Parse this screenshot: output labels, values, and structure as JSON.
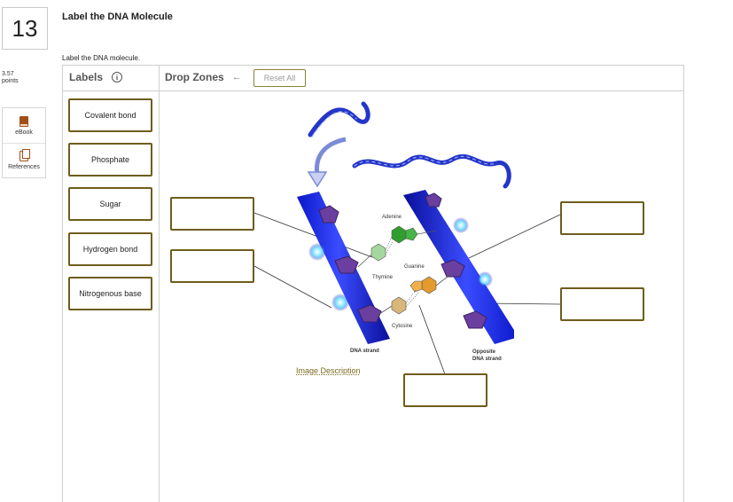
{
  "question": {
    "number": "13",
    "points_value": "3.57",
    "points_label": "points",
    "title": "Label the DNA Molecule",
    "instruction": "Label the DNA molecule."
  },
  "sidebar": {
    "tools": [
      {
        "label": "eBook",
        "icon": "book-icon"
      },
      {
        "label": "References",
        "icon": "copy-icon"
      }
    ]
  },
  "panel": {
    "labels_header": "Labels",
    "info_icon": "i",
    "drop_zones_header": "Drop Zones",
    "back_arrow": "←",
    "reset_label": "Reset All"
  },
  "labels": [
    "Covalent bond",
    "Phosphate",
    "Sugar",
    "Hydrogen bond",
    "Nitrogenous base"
  ],
  "figure": {
    "adenine": "Adenine",
    "thymine": "Thymine",
    "guanine": "Guanine",
    "cytosine": "Cytosine",
    "dna_strand": "DNA strand",
    "opposite_strand_line1": "Opposite",
    "opposite_strand_line2": "DNA strand",
    "image_description_link": "Image Description"
  },
  "colors": {
    "accent_border": "#6e5d1c",
    "strand_blue": "#1f2ee6",
    "adenine_green": "#2f9e2f",
    "thymine_green": "#a7d7a0",
    "guanine_orange": "#e49a2c",
    "cytosine_tan": "#d9b77a",
    "sugar_purple": "#6a3fa0"
  }
}
